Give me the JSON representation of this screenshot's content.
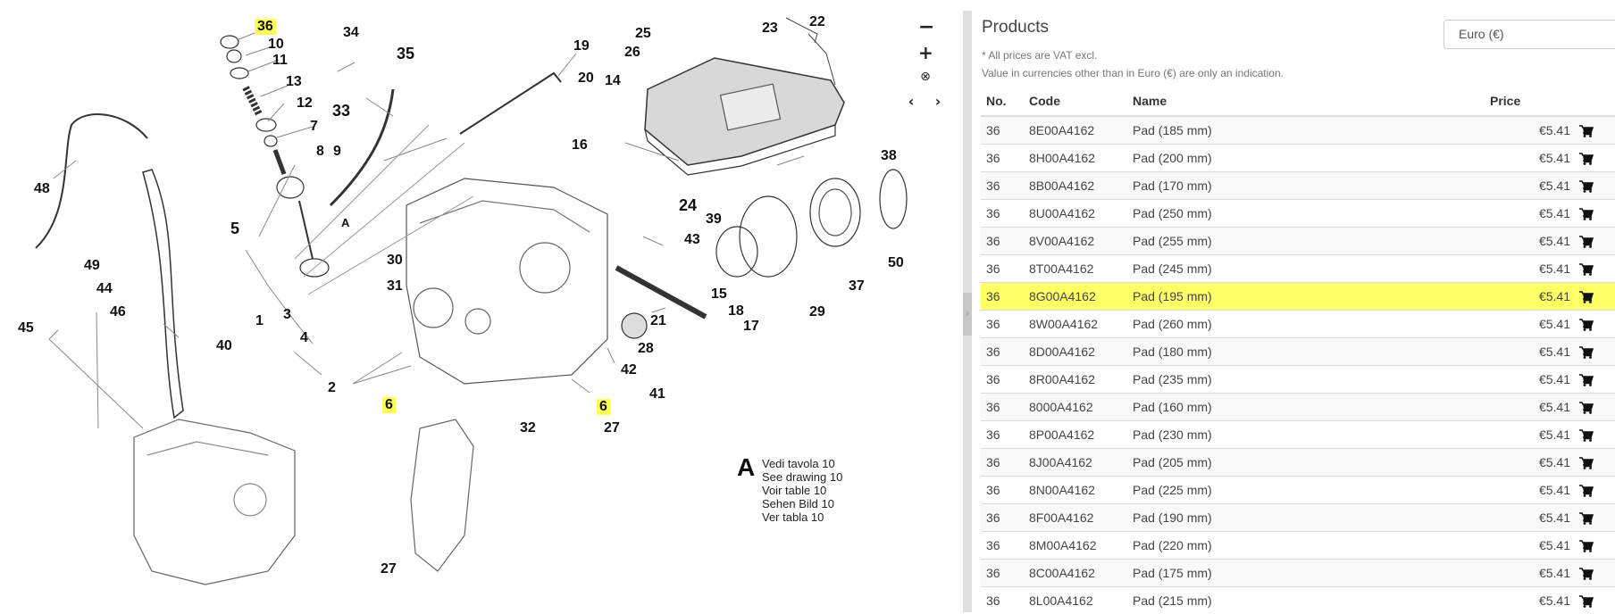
{
  "diagram": {
    "labels": [
      {
        "text": "36",
        "highlight": true
      },
      {
        "text": "10"
      },
      {
        "text": "11"
      },
      {
        "text": "13"
      },
      {
        "text": "12"
      },
      {
        "text": "7"
      },
      {
        "text": "8"
      },
      {
        "text": "9"
      },
      {
        "text": "34"
      },
      {
        "text": "35"
      },
      {
        "text": "33"
      },
      {
        "text": "48"
      },
      {
        "text": "5"
      },
      {
        "text": "49"
      },
      {
        "text": "44"
      },
      {
        "text": "46"
      },
      {
        "text": "45"
      },
      {
        "text": "40"
      },
      {
        "text": "1"
      },
      {
        "text": "3"
      },
      {
        "text": "4"
      },
      {
        "text": "2"
      },
      {
        "text": "30"
      },
      {
        "text": "31"
      },
      {
        "text": "6",
        "highlight": true
      },
      {
        "text": "19"
      },
      {
        "text": "20"
      },
      {
        "text": "14"
      },
      {
        "text": "16"
      },
      {
        "text": "25"
      },
      {
        "text": "26"
      },
      {
        "text": "23"
      },
      {
        "text": "22"
      },
      {
        "text": "24"
      },
      {
        "text": "38"
      },
      {
        "text": "39"
      },
      {
        "text": "43"
      },
      {
        "text": "37"
      },
      {
        "text": "50"
      },
      {
        "text": "29"
      },
      {
        "text": "15"
      },
      {
        "text": "18"
      },
      {
        "text": "17"
      },
      {
        "text": "21"
      },
      {
        "text": "28"
      },
      {
        "text": "42"
      },
      {
        "text": "41"
      },
      {
        "text": "6",
        "highlight": true
      },
      {
        "text": "32"
      },
      {
        "text": "27"
      },
      {
        "text": "27"
      }
    ],
    "arrow_marker": "A",
    "legend": {
      "letter": "A",
      "lines": [
        "Vedi tavola 10",
        "See drawing 10",
        "Voir table 10",
        "Sehen Bild 10",
        "Ver tabla 10"
      ]
    },
    "controls": {
      "zoom_out": "−",
      "zoom_in": "+",
      "reset": "⊗",
      "prev": "‹",
      "next": "›"
    },
    "highlight_color": "#ffff55"
  },
  "splitter": {
    "handle_glyph": "›"
  },
  "products": {
    "title": "Products",
    "currency": "Euro (€)",
    "note_vat": "* All prices are VAT excl.",
    "note_currency": "Value in currencies other than in Euro (€) are only an indication.",
    "columns": {
      "no": "No.",
      "code": "Code",
      "name": "Name",
      "price": "Price"
    },
    "selected_color": "#ffff66",
    "rows": [
      {
        "no": "36",
        "code": "8E00A4162",
        "name": "Pad (185 mm)",
        "price": "€5.41"
      },
      {
        "no": "36",
        "code": "8H00A4162",
        "name": "Pad (200 mm)",
        "price": "€5.41"
      },
      {
        "no": "36",
        "code": "8B00A4162",
        "name": "Pad (170 mm)",
        "price": "€5.41"
      },
      {
        "no": "36",
        "code": "8U00A4162",
        "name": "Pad (250 mm)",
        "price": "€5.41"
      },
      {
        "no": "36",
        "code": "8V00A4162",
        "name": "Pad (255 mm)",
        "price": "€5.41"
      },
      {
        "no": "36",
        "code": "8T00A4162",
        "name": "Pad (245 mm)",
        "price": "€5.41"
      },
      {
        "no": "36",
        "code": "8G00A4162",
        "name": "Pad (195 mm)",
        "price": "€5.41",
        "selected": true
      },
      {
        "no": "36",
        "code": "8W00A4162",
        "name": "Pad (260 mm)",
        "price": "€5.41"
      },
      {
        "no": "36",
        "code": "8D00A4162",
        "name": "Pad (180 mm)",
        "price": "€5.41"
      },
      {
        "no": "36",
        "code": "8R00A4162",
        "name": "Pad (235 mm)",
        "price": "€5.41"
      },
      {
        "no": "36",
        "code": "8000A4162",
        "name": "Pad (160 mm)",
        "price": "€5.41"
      },
      {
        "no": "36",
        "code": "8P00A4162",
        "name": "Pad (230 mm)",
        "price": "€5.41"
      },
      {
        "no": "36",
        "code": "8J00A4162",
        "name": "Pad (205 mm)",
        "price": "€5.41"
      },
      {
        "no": "36",
        "code": "8N00A4162",
        "name": "Pad (225 mm)",
        "price": "€5.41"
      },
      {
        "no": "36",
        "code": "8F00A4162",
        "name": "Pad (190 mm)",
        "price": "€5.41"
      },
      {
        "no": "36",
        "code": "8M00A4162",
        "name": "Pad (220 mm)",
        "price": "€5.41"
      },
      {
        "no": "36",
        "code": "8C00A4162",
        "name": "Pad (175 mm)",
        "price": "€5.41"
      },
      {
        "no": "36",
        "code": "8L00A4162",
        "name": "Pad (215 mm)",
        "price": "€5.41"
      }
    ],
    "row_action_icon": "cart-icon"
  }
}
